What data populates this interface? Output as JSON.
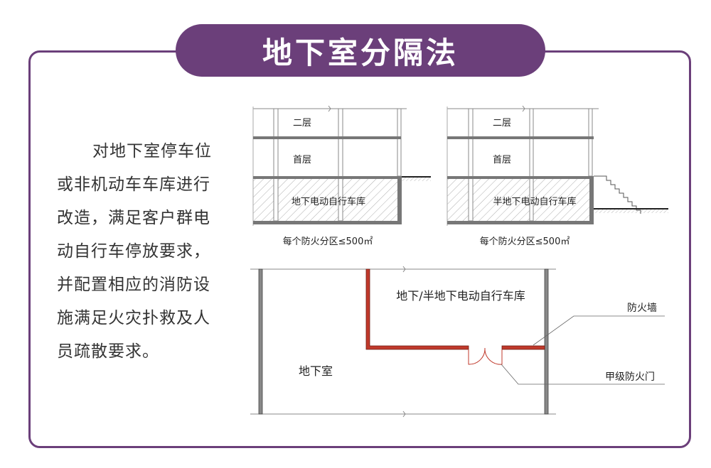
{
  "title": "地下室分隔法",
  "description_lines": [
    "对地下室停车位",
    "或非机动车车库进行",
    "改造，满足客户群电",
    "动自行车停放要求，",
    "并配置相应的消防设",
    "施满足火灾扑救及人",
    "员疏散要求。"
  ],
  "section_left": {
    "floor2": "二层",
    "floor1": "首层",
    "garage": "地下电动自行车库",
    "caption": "每个防火分区≤500㎡"
  },
  "section_right": {
    "floor2": "二层",
    "floor1": "首层",
    "garage": "半地下电动自行车库",
    "caption": "每个防火分区≤500㎡"
  },
  "plan": {
    "garage_label": "地下/半地下电动自行车库",
    "basement_label": "地下室",
    "firewall_label": "防火墙",
    "firedoor_label": "甲级防火门"
  },
  "colors": {
    "brand": "#6b3f7a",
    "firewall": "#c0392b"
  }
}
